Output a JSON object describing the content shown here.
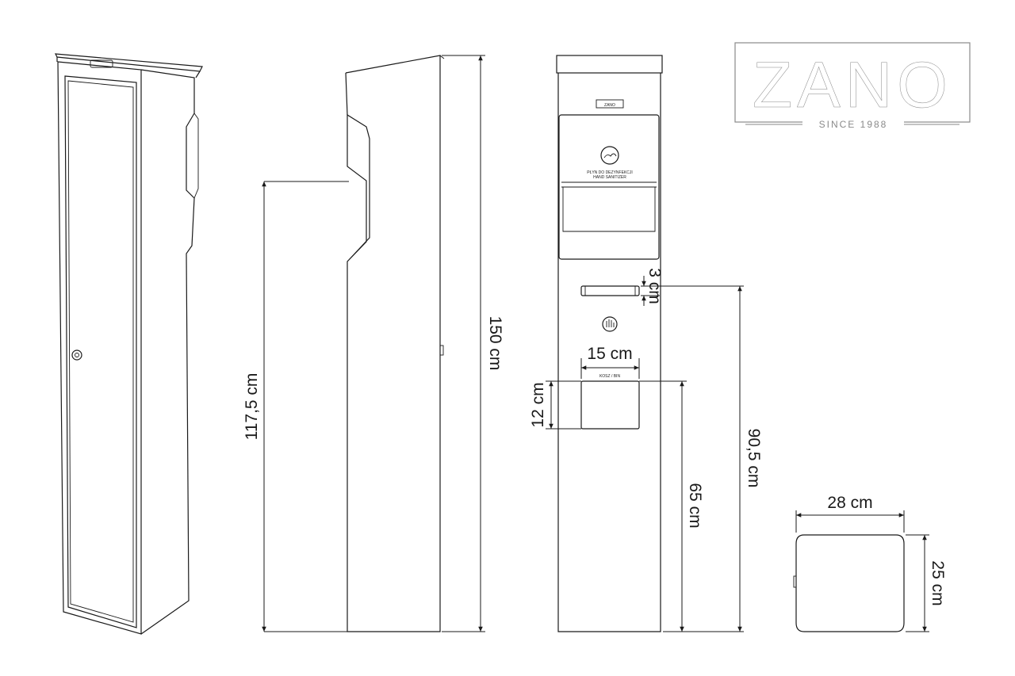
{
  "logo": {
    "brand": "ZANO",
    "tagline": "SINCE 1988",
    "color": "#8a8a8a"
  },
  "front_labels": {
    "brand_plate": "ZANO",
    "sanitizer_pl": "PŁYN DO DEZYNFEKCJI",
    "sanitizer_en": "HAND SANITIZER",
    "bin": "KOSZ / BIN"
  },
  "dimensions": {
    "total_height": "150 cm",
    "dispenser_height": "117,5 cm",
    "slot_height": "3 cm",
    "slot_position": "90,5 cm",
    "bin_width": "15 cm",
    "bin_height": "12 cm",
    "bin_position": "65 cm",
    "base_width": "28 cm",
    "base_depth": "25 cm"
  }
}
